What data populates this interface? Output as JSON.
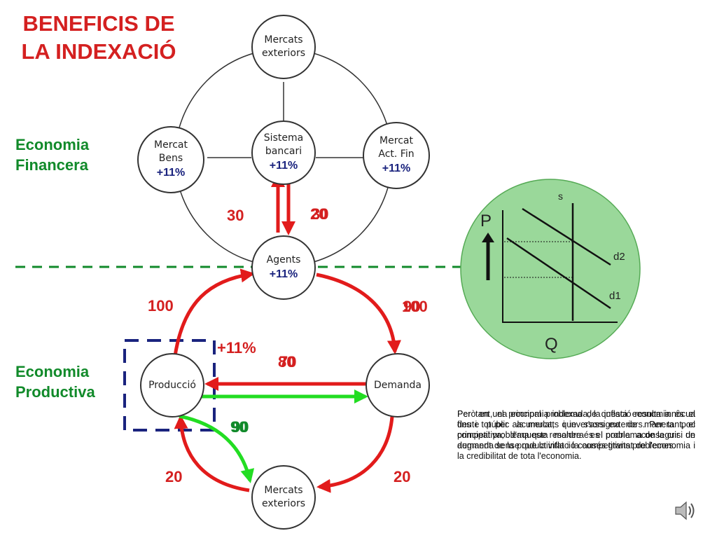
{
  "title": "BENEFICIS DE LA INDEXACIÓ",
  "sections": {
    "financial": "Economia Financera",
    "productive": "Economia Productiva"
  },
  "nodes": {
    "mercats_exteriors_top": {
      "line1": "Mercats",
      "line2": "exteriors"
    },
    "mercat_bens": {
      "line1": "Mercat",
      "line2": "Bens",
      "pct": "+11%"
    },
    "sistema_bancari": {
      "line1": "Sistema",
      "line2": "bancari",
      "pct": "+11%"
    },
    "mercat_act_fin": {
      "line1": "Mercat",
      "line2": "Act. Fin",
      "pct": "+11%"
    },
    "agents": {
      "line1": "Agents",
      "pct": "+11%"
    },
    "produccio": {
      "line1": "Producció"
    },
    "demanda": {
      "line1": "Demanda"
    },
    "mercats_exteriors_bottom": {
      "line1": "Mercats",
      "line2": "exteriors"
    }
  },
  "flows": {
    "bank_up": "30",
    "bank_down_a": "20",
    "bank_down_b": "30",
    "production_to_agents": "100",
    "agents_to_demand_a": "100",
    "agents_to_demand_b": "90",
    "production_growth": "+11%",
    "demand_to_production_a": "80",
    "demand_to_production_b": "70",
    "green_flow_a": "90",
    "green_flow_b": "90",
    "exterior_left": "20",
    "exterior_right": "20"
  },
  "graph": {
    "s_label": "s",
    "p_label": "P",
    "q_label": "Q",
    "d2_label": "d2",
    "d1_label": "d1"
  },
  "notes": [
    "Però en una economia indexada, la inflació resulta innòcua fins i tot per als mercats i inversors exteriors. Per tant, el principal problema que resoldre és el problema de la crisi de demanda sense que la inflació causés grans problemes.",
    "Per tant, el principal problema de questa economia és el deute públic acumulat, que s'assigna de manera poc competitiva; d'aquesta manera es podria aconseguir un augment de la productivitat i la competitivitat de l'economia i la credibilitat de tota l'economia."
  ],
  "colors": {
    "title": "#d42020",
    "section": "#118a2a",
    "flow_red": "#e21b1b",
    "flow_green": "#22dd22",
    "dashed_green": "#118a2a",
    "dashed_navy": "#1a237e",
    "graph_bg": "#9ad89a"
  },
  "icons": {
    "speaker": "speaker-icon"
  }
}
